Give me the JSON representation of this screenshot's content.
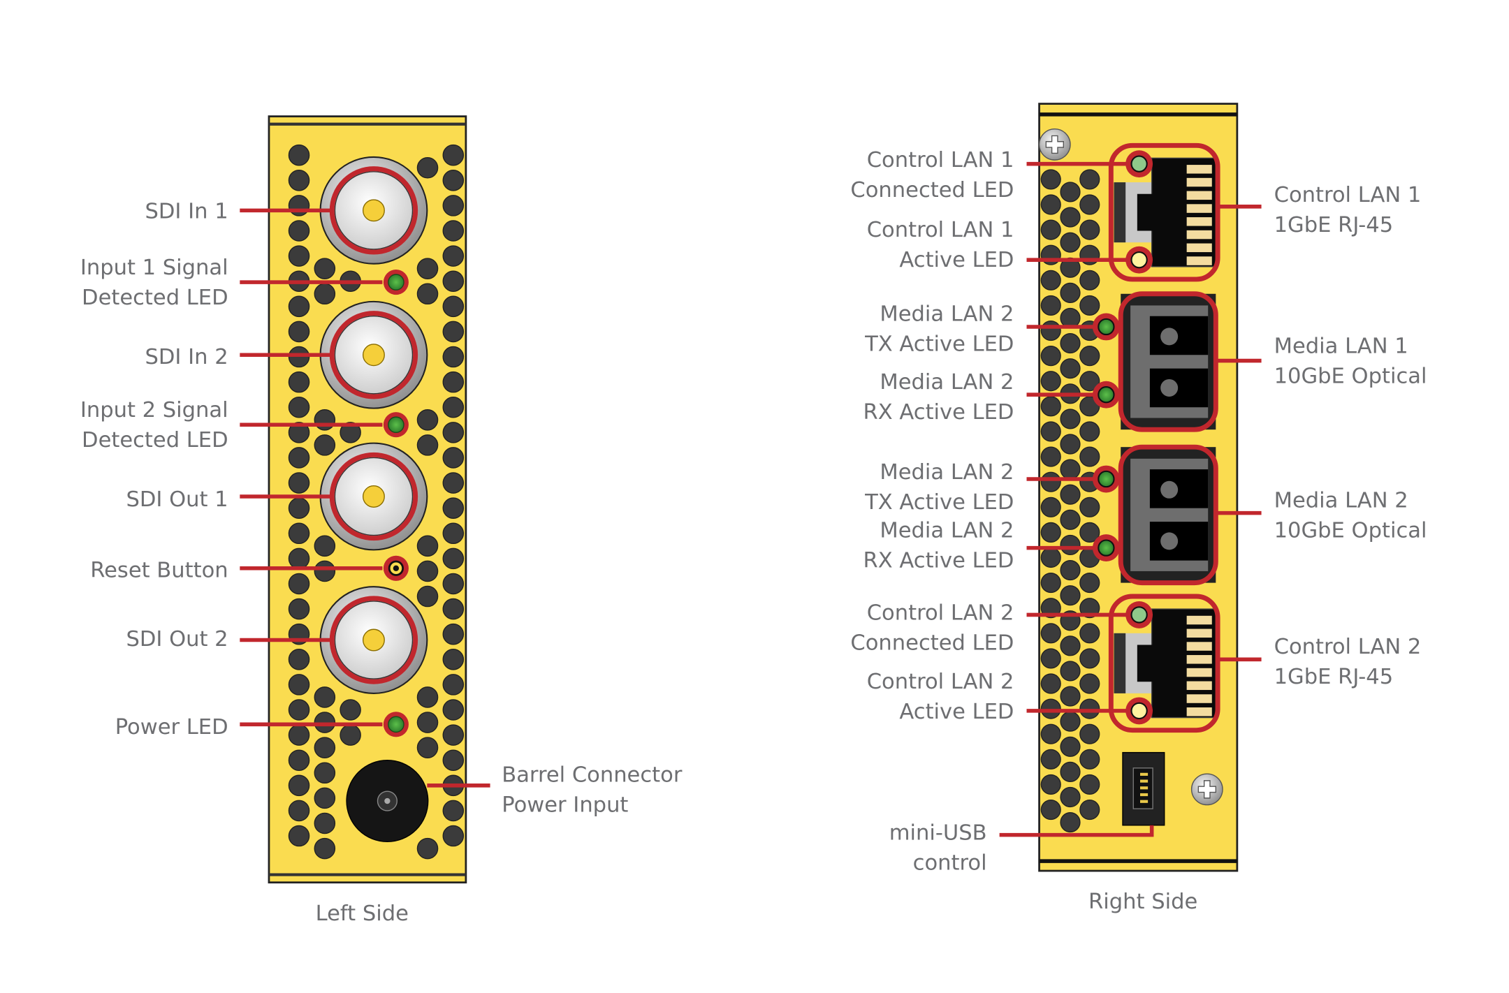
{
  "colors": {
    "panel": "#fadc50",
    "hole": "#3b3b3b",
    "callout": "#c1272d",
    "led_green": "#3a9a3a",
    "led_yellow": "#fff3a0",
    "text": "#6d6e71"
  },
  "left": {
    "caption": "Left Side",
    "labels": {
      "sdi_in_1": [
        "SDI In 1"
      ],
      "input1_led": [
        "Input 1 Signal",
        "Detected LED"
      ],
      "sdi_in_2": [
        "SDI In 2"
      ],
      "input2_led": [
        "Input 2 Signal",
        "Detected LED"
      ],
      "sdi_out_1": [
        "SDI Out 1"
      ],
      "reset": [
        "Reset Button"
      ],
      "sdi_out_2": [
        "SDI Out 2"
      ],
      "power_led": [
        "Power LED"
      ],
      "barrel": [
        "Barrel Connector",
        "Power Input"
      ]
    }
  },
  "right": {
    "caption": "Right Side",
    "labels": {
      "ctl1_conn": [
        "Control LAN 1",
        "Connected LED"
      ],
      "ctl1_act": [
        "Control LAN 1",
        "Active LED"
      ],
      "m1_tx": [
        "Media LAN 2",
        "TX Active LED"
      ],
      "m1_rx": [
        "Media LAN 2",
        "RX Active LED"
      ],
      "m2_tx": [
        "Media LAN 2",
        "TX Active LED"
      ],
      "m2_rx": [
        "Media LAN 2",
        "RX Active LED"
      ],
      "ctl2_conn": [
        "Control LAN 2",
        "Connected LED"
      ],
      "ctl2_act": [
        "Control LAN 2",
        "Active LED"
      ],
      "usb": [
        "mini-USB",
        "control"
      ],
      "ctl1_port": [
        "Control LAN 1",
        "1GbE RJ-45"
      ],
      "media1_port": [
        "Media LAN 1",
        "10GbE Optical"
      ],
      "media2_port": [
        "Media LAN 2",
        "10GbE Optical"
      ],
      "ctl2_port": [
        "Control LAN 2",
        "1GbE RJ-45"
      ]
    }
  }
}
